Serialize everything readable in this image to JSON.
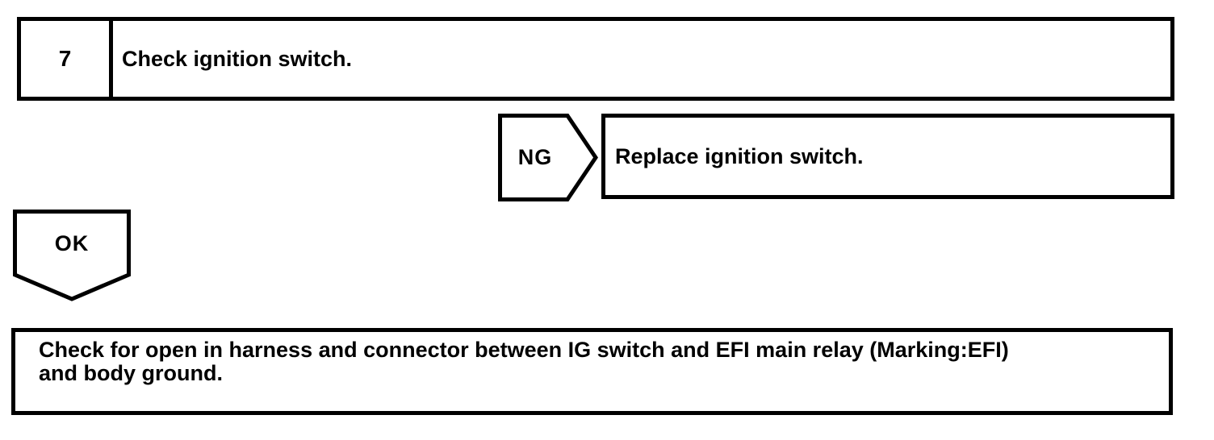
{
  "flowchart": {
    "step": {
      "number": "7",
      "instruction": "Check ignition switch."
    },
    "ng_branch": {
      "label": "NG",
      "action": "Replace ignition switch."
    },
    "ok_branch": {
      "label": "OK"
    },
    "next_step": {
      "line1": "Check for open in harness and connector between IG switch and EFI main relay (Marking:EFI)",
      "line2": "and body ground."
    },
    "colors": {
      "ink": "#000000",
      "paper": "#ffffff"
    }
  }
}
